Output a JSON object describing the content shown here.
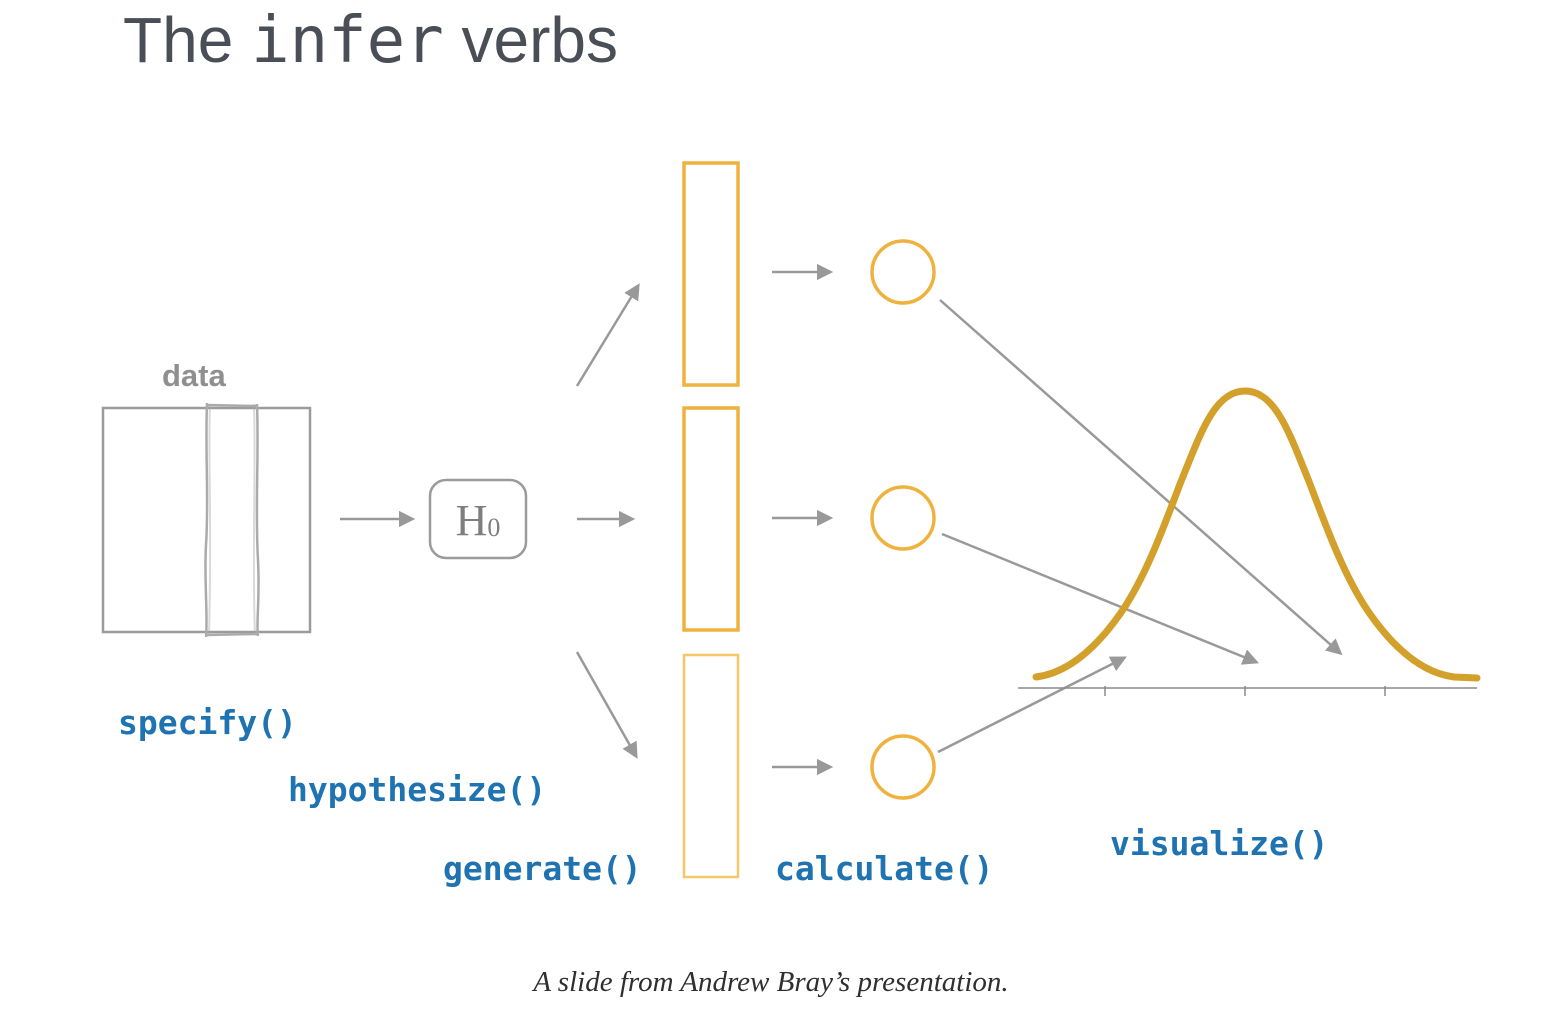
{
  "title": {
    "prefix": "The ",
    "code": "infer",
    "suffix": " verbs"
  },
  "diagram": {
    "data_label": "data",
    "h0": {
      "letter": "H",
      "subscript": "0"
    },
    "steps": {
      "specify": "specify()",
      "hypothesize": "hypothesize()",
      "generate": "generate()",
      "calculate": "calculate()",
      "visualize": "visualize()"
    }
  },
  "caption": "A slide from Andrew Bray’s presentation.",
  "colors": {
    "accent_gold": "#F0B23E",
    "accent_gold_light": "#F5C767",
    "curve_gold": "#D3A02B",
    "label_blue": "#1E73B0",
    "arrow_gray": "#999999"
  }
}
